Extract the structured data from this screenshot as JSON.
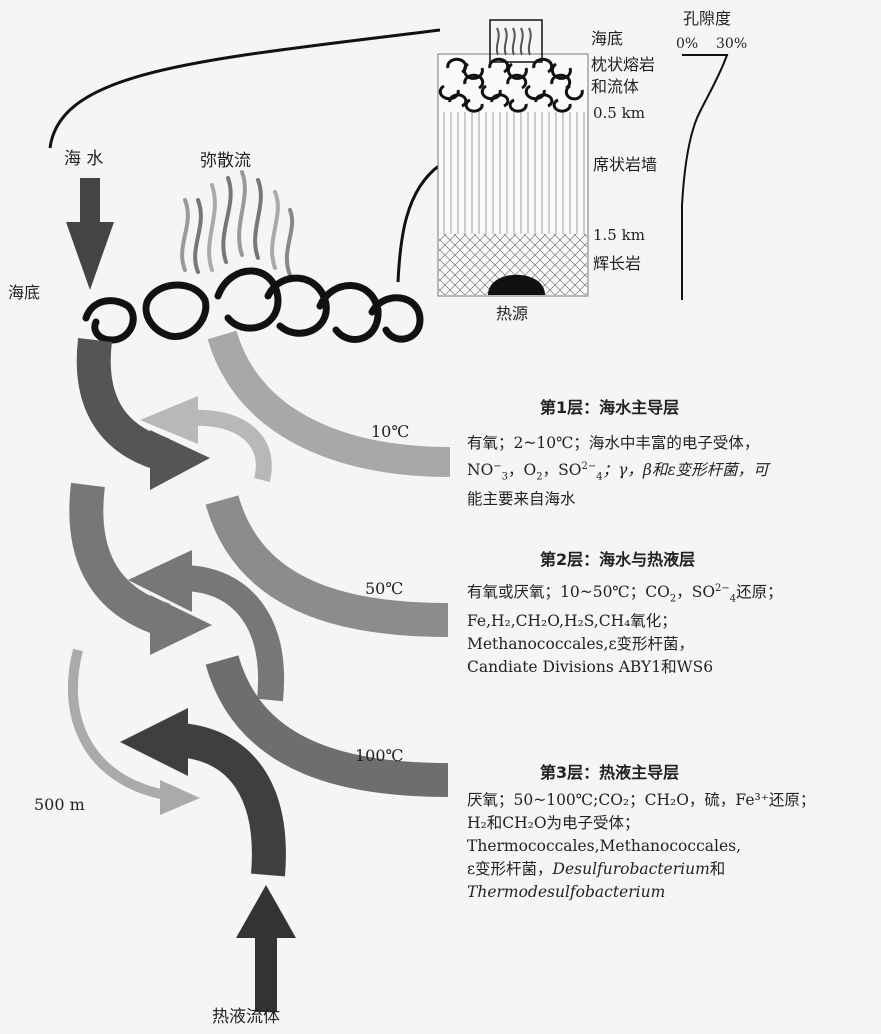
{
  "labels": {
    "seawater": "海 水",
    "seafloor_left": "海底",
    "diffuse_flow": "弥散流",
    "depth": "500 m",
    "hydrothermal_fluid": "热液流体",
    "temp_1": "10℃",
    "temp_2": "50℃",
    "temp_3": "100℃"
  },
  "inset": {
    "seafloor": "海底",
    "porosity_title": "孔隙度",
    "porosity_0": "0%",
    "porosity_30": "30%",
    "pillow_lava_1": "枕状熔岩",
    "pillow_lava_2": "和流体",
    "depth_05": "0.5 km",
    "sheeted_dikes": "席状岩墙",
    "depth_15": "1.5 km",
    "gabbro": "辉长岩",
    "heat_source": "热源"
  },
  "layers": [
    {
      "title": "第1层：海水主导层",
      "line1": "有氧；2~10℃；海水中丰富的电子受体，",
      "line2a": "NO",
      "line2b": "，O",
      "line2c": "，SO",
      "line2d": "；γ，β和ε变形杆菌，可",
      "line3": "能主要来自海水"
    },
    {
      "title": "第2层：海水与热液层",
      "line1a": "有氧或厌氧；10~50℃；CO",
      "line1b": "，SO",
      "line1c": "还原；",
      "line2": "Fe,H₂,CH₂O,H₂S,CH₄氧化；",
      "line3": "Methanococcales,ε变形杆菌，",
      "line4": "Candiate Divisions ABY1和WS6"
    },
    {
      "title": "第3层：热液主导层",
      "line1": "厌氧；50~100℃;CO₂；CH₂O，硫，Fe³⁺还原；",
      "line2": "H₂和CH₂O为电子受体；",
      "line3": "Thermococcales,Methanococcales,",
      "line4a": "ε变形杆菌，",
      "line4b": "Desulfurobacterium",
      "line4c": "和",
      "line5": "Thermodesulfobacterium"
    }
  ]
}
